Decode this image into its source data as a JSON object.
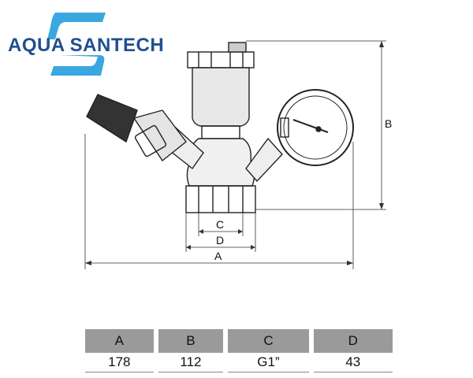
{
  "brand": {
    "part1": "AQUA",
    "part2": "SANTECH",
    "color_primary": "#3aa8e0",
    "color_secondary": "#1f4f8f"
  },
  "dimension_labels": {
    "a": "A",
    "b": "B",
    "c": "C",
    "d": "D"
  },
  "spec_table": {
    "headers": [
      "A",
      "B",
      "C",
      "D"
    ],
    "values": [
      "178",
      "112",
      "G1”",
      "43"
    ]
  }
}
